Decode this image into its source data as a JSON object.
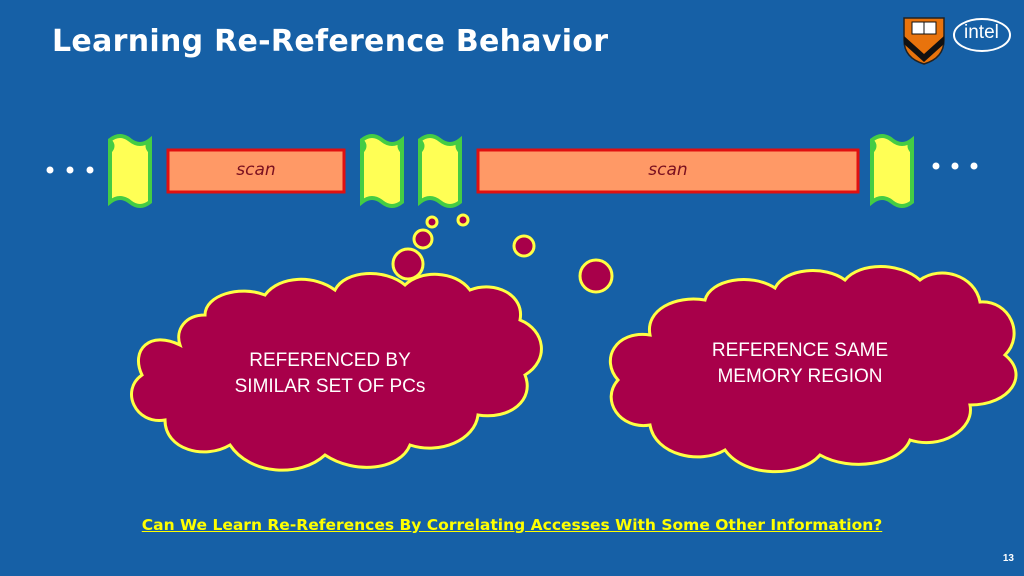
{
  "slide": {
    "title": "Learning Re-Reference Behavior",
    "scan_labels": [
      "scan",
      "scan"
    ],
    "ellipsis_left": "• • •",
    "ellipsis_right": "• • •",
    "bubbles": [
      {
        "text_line1": "REFERENCED BY",
        "text_line2": "SIMILAR SET OF PCs"
      },
      {
        "text_line1": "REFERENCE SAME",
        "text_line2": "MEMORY REGION"
      }
    ],
    "question": "Can We Learn Re-References By Correlating Accesses With Some Other Information?",
    "page_number": "13"
  },
  "logos": {
    "intel": "intel",
    "princeton": "princeton-shield-logo"
  },
  "colors": {
    "background": "#1660a6",
    "cloud_fill": "#a8004a",
    "cloud_stroke": "#ffff44",
    "scan_fill": "#ff9966",
    "scan_stroke": "#e01010",
    "cache_block_fill": "#ffff55",
    "cache_block_stroke": "#44cc44",
    "question": "#ffff00"
  }
}
